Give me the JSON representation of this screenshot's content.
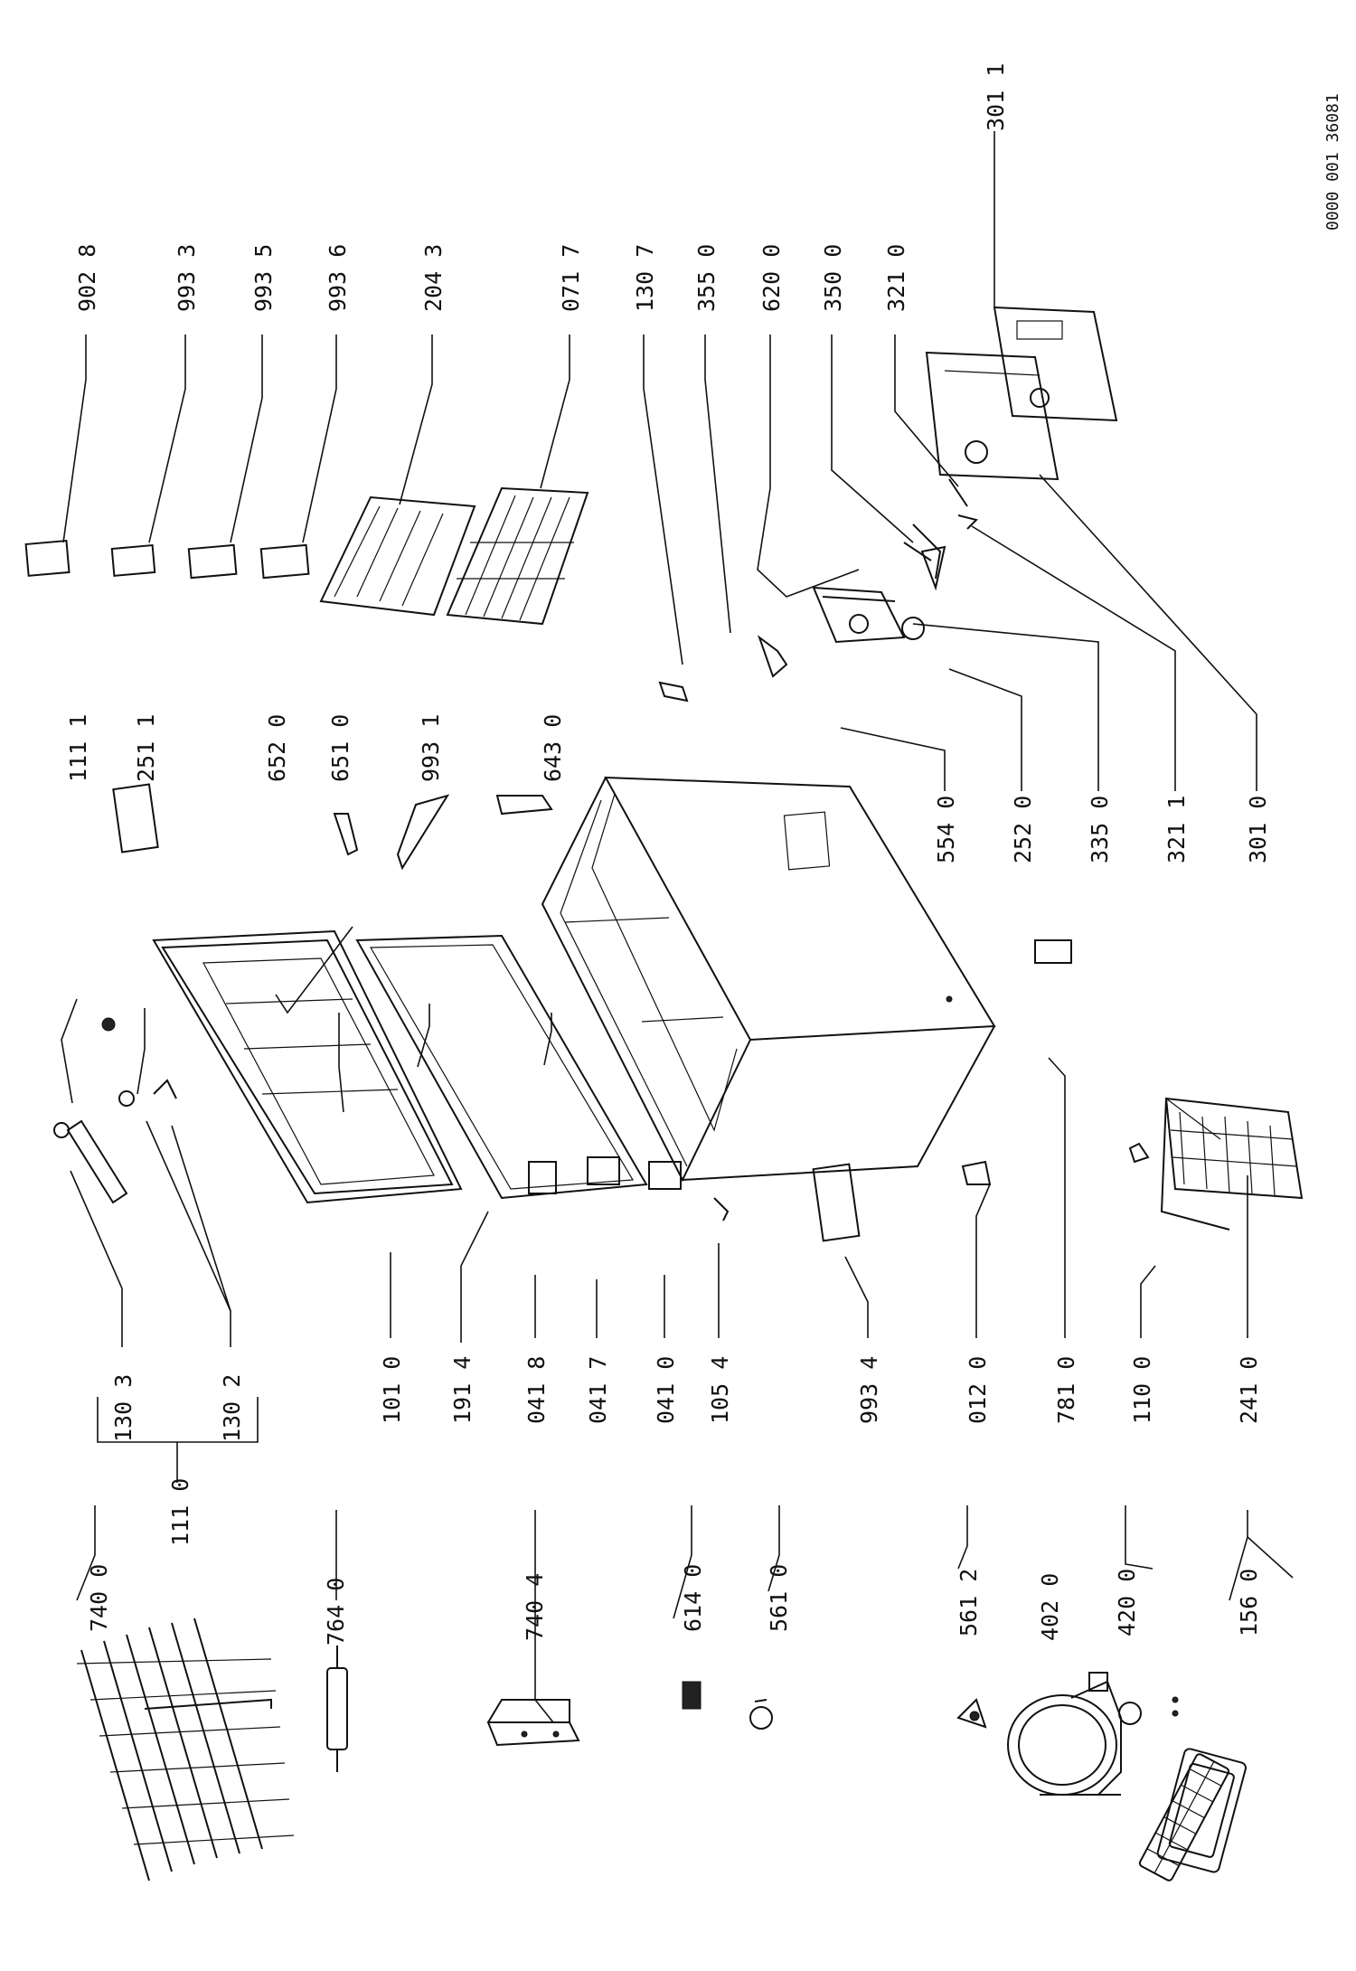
{
  "drawing_ref": "0000 001 36081",
  "parts": {
    "p7400": "740 0",
    "p7640": "764 0",
    "p7404": "740 4",
    "p6140": "614 0",
    "p5610": "561 0",
    "p5612": "561 2",
    "p4020": "402 0",
    "p4200": "420 0",
    "p1560": "156 0",
    "p1110": "111 0",
    "p1303": "130 3",
    "p1302": "130 2",
    "p1010": "101 0",
    "p1914": "191 4",
    "p0418": "041 8",
    "p0417": "041 7",
    "p0410": "041 0",
    "p1054": "105 4",
    "p9934": "993 4",
    "p0120": "012 0",
    "p7810": "781 0",
    "p1100": "110 0",
    "p2410": "241 0",
    "p1111": "111 1",
    "p2511": "251 1",
    "p6520": "652 0",
    "p6510": "651 0",
    "p9931": "993 1",
    "p6430": "643 0",
    "p9028": "902 8",
    "p9933": "993 3",
    "p9935": "993 5",
    "p9936": "993 6",
    "p2043": "204 3",
    "p0717": "071 7",
    "p1307": "130 7",
    "p3550": "355 0",
    "p6200": "620 0",
    "p3500": "350 0",
    "p3210": "321 0",
    "p3011": "301 1",
    "p5540": "554 0",
    "p2520": "252 0",
    "p3350": "335 0",
    "p3211": "321 1",
    "p3010": "301 0"
  }
}
